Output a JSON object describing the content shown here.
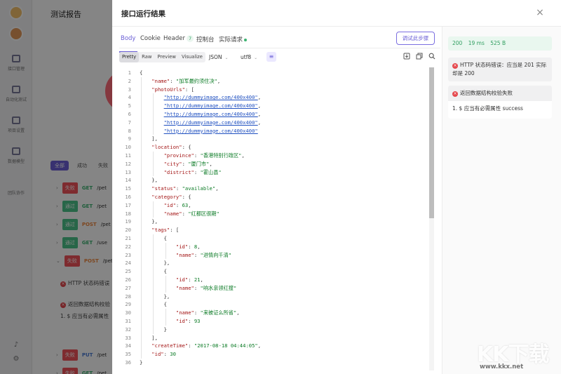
{
  "background": {
    "page_title": "测试报告",
    "rail_items": [
      "接口管理",
      "自动化测试",
      "项目设置",
      "数据模型",
      "团队协作"
    ],
    "filters": [
      "全部",
      "成功",
      "失败"
    ],
    "rows": [
      {
        "status": "失败",
        "method": "GET",
        "path": "/pet"
      },
      {
        "status": "通过",
        "method": "GET",
        "path": "/pet"
      },
      {
        "status": "通过",
        "method": "POST",
        "path": "/pet"
      },
      {
        "status": "通过",
        "method": "GET",
        "path": "/use"
      },
      {
        "status": "失败",
        "method": "POST",
        "path": "/pet"
      },
      {
        "status": "失败",
        "method": "PUT",
        "path": "/pet"
      },
      {
        "status": "失败",
        "method": "GET",
        "path": "/pet"
      }
    ],
    "messages": [
      "HTTP 状态码错误",
      "返回数据结构校验",
      "1. $ 应当有必需属性"
    ]
  },
  "drawer": {
    "title": "接口运行结果",
    "close_label": "×",
    "tabs": [
      {
        "label": "Body"
      },
      {
        "label": "Cookie"
      },
      {
        "label": "Header",
        "count": "7"
      },
      {
        "label": "控制台"
      },
      {
        "label": "实际请求"
      }
    ],
    "debug_button": "调试此步骤",
    "formats": [
      "Pretty",
      "Raw",
      "Preview",
      "Visualize"
    ],
    "active_format": "Pretty",
    "type_select": "JSON",
    "encoding_select": "utf8",
    "icons": {
      "wrap": "wrap-lines-icon",
      "download": "download-icon",
      "copy": "copy-icon",
      "search": "search-icon"
    }
  },
  "code_lines": [
    {
      "ind": 0,
      "parts": [
        [
          "p",
          "{"
        ]
      ]
    },
    {
      "ind": 1,
      "parts": [
        [
          "k",
          "\"name\""
        ],
        [
          "p",
          ": "
        ],
        [
          "s",
          "\"加军最约须住决\""
        ],
        [
          "p",
          ","
        ]
      ]
    },
    {
      "ind": 1,
      "parts": [
        [
          "k",
          "\"photoUrls\""
        ],
        [
          "p",
          ": ["
        ]
      ]
    },
    {
      "ind": 2,
      "parts": [
        [
          "u",
          "\"http://dummyimage.com/400x400\""
        ],
        [
          "p",
          ","
        ]
      ]
    },
    {
      "ind": 2,
      "parts": [
        [
          "u",
          "\"http://dummyimage.com/400x400\""
        ],
        [
          "p",
          ","
        ]
      ]
    },
    {
      "ind": 2,
      "parts": [
        [
          "u",
          "\"http://dummyimage.com/400x400\""
        ],
        [
          "p",
          ","
        ]
      ]
    },
    {
      "ind": 2,
      "parts": [
        [
          "u",
          "\"http://dummyimage.com/400x400\""
        ],
        [
          "p",
          ","
        ]
      ]
    },
    {
      "ind": 2,
      "parts": [
        [
          "u",
          "\"http://dummyimage.com/400x400\""
        ]
      ]
    },
    {
      "ind": 1,
      "parts": [
        [
          "p",
          "],"
        ]
      ]
    },
    {
      "ind": 1,
      "parts": [
        [
          "k",
          "\"location\""
        ],
        [
          "p",
          ": {"
        ]
      ]
    },
    {
      "ind": 2,
      "parts": [
        [
          "k",
          "\"province\""
        ],
        [
          "p",
          ": "
        ],
        [
          "s",
          "\"香港特别行政区\""
        ],
        [
          "p",
          ","
        ]
      ]
    },
    {
      "ind": 2,
      "parts": [
        [
          "k",
          "\"city\""
        ],
        [
          "p",
          ": "
        ],
        [
          "s",
          "\"厦门市\""
        ],
        [
          "p",
          ","
        ]
      ]
    },
    {
      "ind": 2,
      "parts": [
        [
          "k",
          "\"district\""
        ],
        [
          "p",
          ": "
        ],
        [
          "s",
          "\"霍山县\""
        ]
      ]
    },
    {
      "ind": 1,
      "parts": [
        [
          "p",
          "},"
        ]
      ]
    },
    {
      "ind": 1,
      "parts": [
        [
          "k",
          "\"status\""
        ],
        [
          "p",
          ": "
        ],
        [
          "s",
          "\"available\""
        ],
        [
          "p",
          ","
        ]
      ]
    },
    {
      "ind": 1,
      "parts": [
        [
          "k",
          "\"category\""
        ],
        [
          "p",
          ": {"
        ]
      ]
    },
    {
      "ind": 2,
      "parts": [
        [
          "k",
          "\"id\""
        ],
        [
          "p",
          ": "
        ],
        [
          "n",
          "63"
        ],
        [
          "p",
          ","
        ]
      ]
    },
    {
      "ind": 2,
      "parts": [
        [
          "k",
          "\"name\""
        ],
        [
          "p",
          ": "
        ],
        [
          "s",
          "\"红都区很期\""
        ]
      ]
    },
    {
      "ind": 1,
      "parts": [
        [
          "p",
          "},"
        ]
      ]
    },
    {
      "ind": 1,
      "parts": [
        [
          "k",
          "\"tags\""
        ],
        [
          "p",
          ": ["
        ]
      ]
    },
    {
      "ind": 2,
      "parts": [
        [
          "p",
          "{"
        ]
      ]
    },
    {
      "ind": 3,
      "parts": [
        [
          "k",
          "\"id\""
        ],
        [
          "p",
          ": "
        ],
        [
          "n",
          "8"
        ],
        [
          "p",
          ","
        ]
      ]
    },
    {
      "ind": 3,
      "parts": [
        [
          "k",
          "\"name\""
        ],
        [
          "p",
          ": "
        ],
        [
          "s",
          "\"进情向千清\""
        ]
      ]
    },
    {
      "ind": 2,
      "parts": [
        [
          "p",
          "},"
        ]
      ]
    },
    {
      "ind": 2,
      "parts": [
        [
          "p",
          "{"
        ]
      ]
    },
    {
      "ind": 3,
      "parts": [
        [
          "k",
          "\"id\""
        ],
        [
          "p",
          ": "
        ],
        [
          "n",
          "21"
        ],
        [
          "p",
          ","
        ]
      ]
    },
    {
      "ind": 3,
      "parts": [
        [
          "k",
          "\"name\""
        ],
        [
          "p",
          ": "
        ],
        [
          "s",
          "\"响水亲领红搜\""
        ]
      ]
    },
    {
      "ind": 2,
      "parts": [
        [
          "p",
          "},"
        ]
      ]
    },
    {
      "ind": 2,
      "parts": [
        [
          "p",
          "{"
        ]
      ]
    },
    {
      "ind": 3,
      "parts": [
        [
          "k",
          "\"name\""
        ],
        [
          "p",
          ": "
        ],
        [
          "s",
          "\"来被证么所省\""
        ],
        [
          "p",
          ","
        ]
      ]
    },
    {
      "ind": 3,
      "parts": [
        [
          "k",
          "\"id\""
        ],
        [
          "p",
          ": "
        ],
        [
          "n",
          "93"
        ]
      ]
    },
    {
      "ind": 2,
      "parts": [
        [
          "p",
          "}"
        ]
      ]
    },
    {
      "ind": 1,
      "parts": [
        [
          "p",
          "],"
        ]
      ]
    },
    {
      "ind": 1,
      "parts": [
        [
          "k",
          "\"createTime\""
        ],
        [
          "p",
          ": "
        ],
        [
          "s",
          "\"2017-08-18 04:44:05\""
        ],
        [
          "p",
          ","
        ]
      ]
    },
    {
      "ind": 1,
      "parts": [
        [
          "k",
          "\"id\""
        ],
        [
          "p",
          ": "
        ],
        [
          "n",
          "30"
        ]
      ]
    },
    {
      "ind": 0,
      "parts": [
        [
          "p",
          "}"
        ]
      ]
    }
  ],
  "results": {
    "status_code": "200",
    "time": "19 ms",
    "size": "525 B",
    "error1": "HTTP 状态码错误：应当是 201 实际却是 200",
    "error2_title": "返回数据结构校验失败",
    "error2_detail": "1. $ 应当有必需属性 success"
  },
  "watermark": {
    "logo": "KK下载",
    "url": "www.kkx.net"
  },
  "colors": {
    "accent": "#6b5fd6",
    "fail": "#f2545b",
    "pass": "#4cc38a",
    "status_ok": "#2f9e5f"
  }
}
